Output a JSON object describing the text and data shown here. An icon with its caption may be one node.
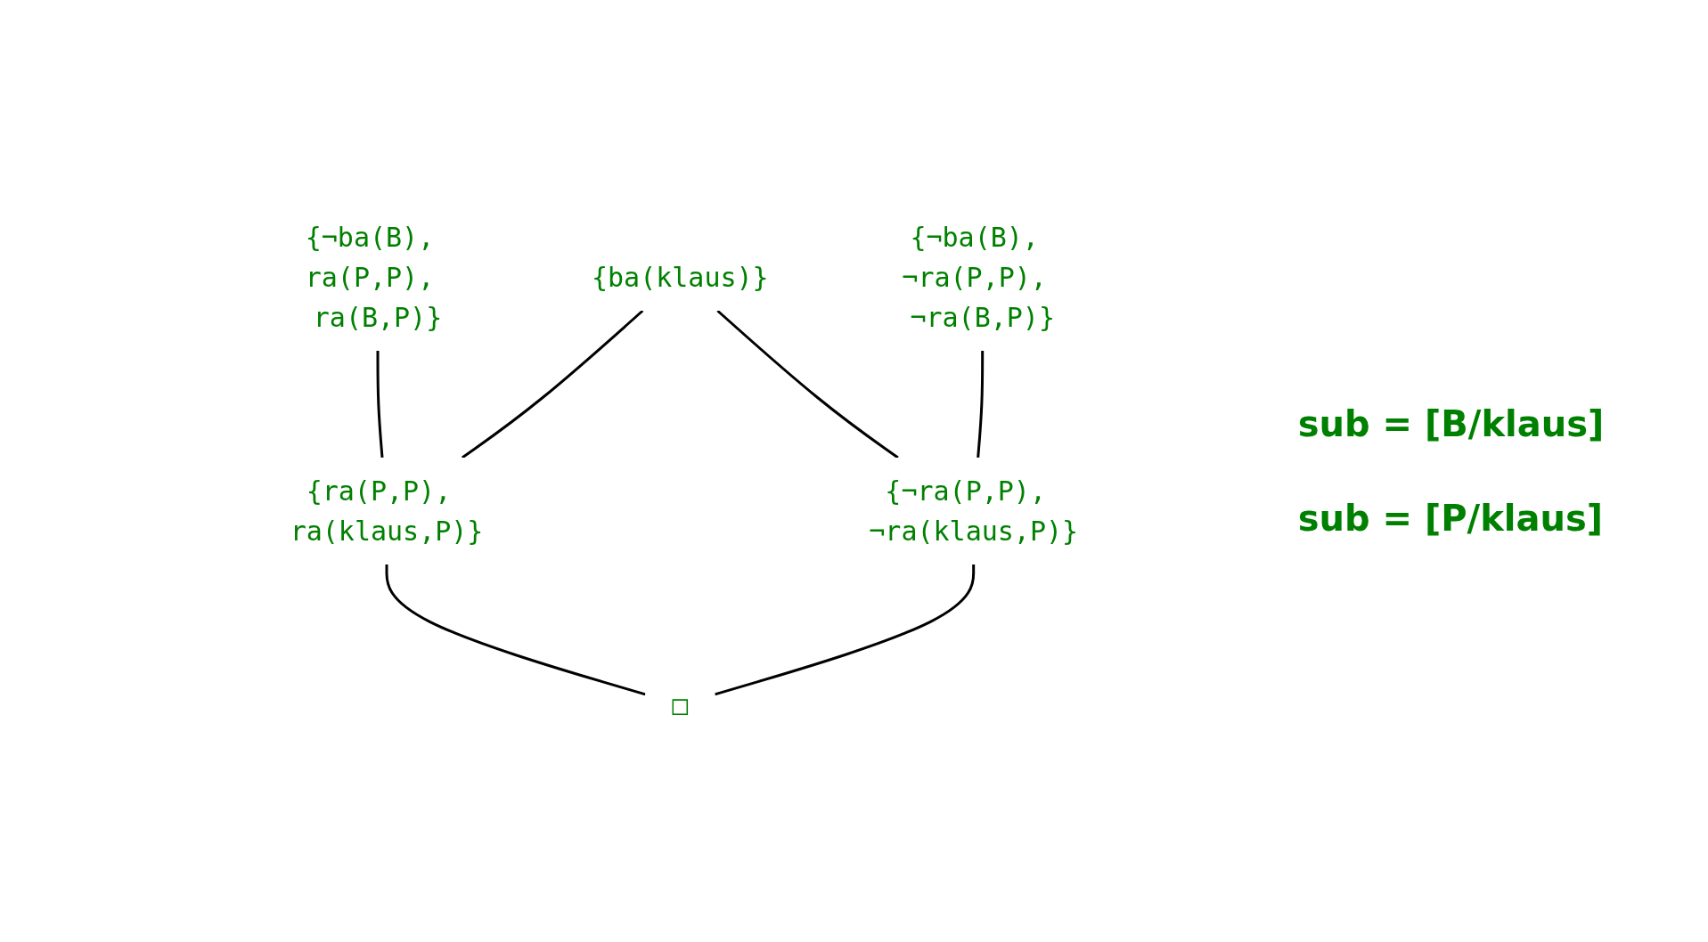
{
  "diagram": {
    "nodes": [
      {
        "text": [
          "{¬ba(B), ra(P,P), ra(B,P)}"
        ]
      },
      {
        "text": [
          "{ba(klaus)}"
        ]
      },
      {
        "text": [
          "{¬ba(B), ¬ra(P,P), ¬ra(B,P)}"
        ]
      },
      {
        "text": [
          "{ra(P,P), ra(klaus,P)}"
        ]
      },
      {
        "text": [
          "{¬ra(P,P), ¬ra(klaus,P)}"
        ]
      },
      {
        "text": [
          "□"
        ]
      }
    ],
    "edges": [
      {
        "from": 0,
        "to": 3,
        "arrow": "none"
      },
      {
        "from": 1,
        "to": 3,
        "arrow": "none"
      },
      {
        "from": 1,
        "to": 4,
        "arrow": "none"
      },
      {
        "from": 2,
        "to": 4,
        "arrow": "none"
      },
      {
        "from": 3,
        "to": 5,
        "arrow": "none"
      },
      {
        "from": 4,
        "to": 5,
        "arrow": "none"
      }
    ],
    "labels": [
      "sub = [B/klaus]",
      "sub = [P/klaus]"
    ]
  }
}
